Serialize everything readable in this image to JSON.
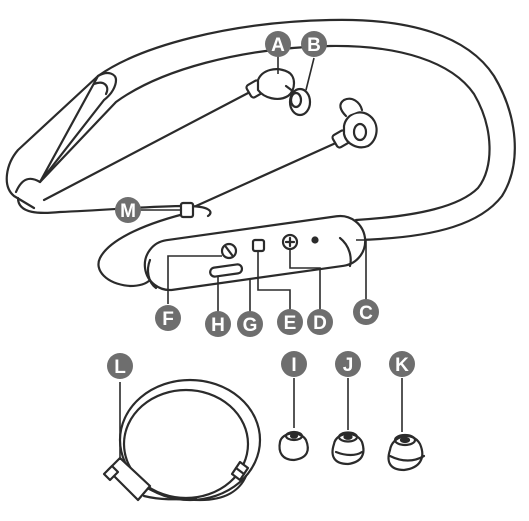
{
  "callouts": {
    "A": "A",
    "B": "B",
    "C": "C",
    "D": "D",
    "E": "E",
    "F": "F",
    "G": "G",
    "H": "H",
    "I": "I",
    "J": "J",
    "K": "K",
    "L": "L",
    "M": "M"
  },
  "colors": {
    "line": "#2b2b2b",
    "callout_fill": "#6e6e6e",
    "callout_text": "#ffffff",
    "fill": "#ffffff"
  }
}
